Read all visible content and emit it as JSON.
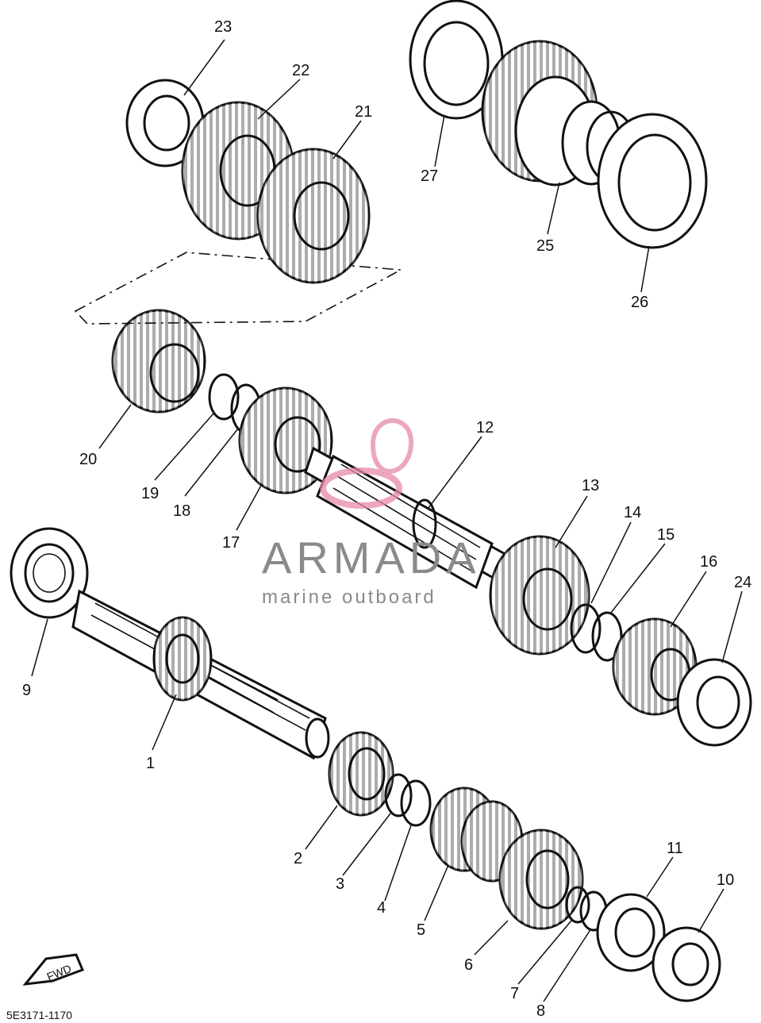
{
  "diagram": {
    "part_labels": [
      "1",
      "2",
      "3",
      "4",
      "5",
      "6",
      "7",
      "8",
      "9",
      "10",
      "11",
      "12",
      "13",
      "14",
      "15",
      "16",
      "17",
      "18",
      "19",
      "20",
      "21",
      "22",
      "23",
      "24",
      "25",
      "26",
      "27"
    ],
    "drawing_code": "5E3171-1170",
    "fwd_label": "FWD",
    "watermark": {
      "brand": "ARMADA",
      "tagline": "marine outboard",
      "logo_color": "#e88aa8",
      "text_color": "#8a8a8a"
    },
    "ink_color": "#111111",
    "background_color": "#ffffff"
  }
}
